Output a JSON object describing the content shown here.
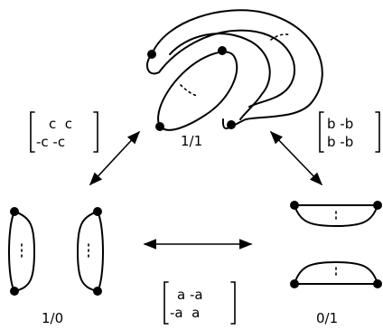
{
  "labels": {
    "top": "1/1",
    "left": "1/0",
    "right": "0/1"
  },
  "matrices": {
    "left": {
      "row1": "c  c",
      "row2": "-c -c"
    },
    "right": {
      "row1": "b -b",
      "row2": "b -b"
    },
    "bottom": {
      "row1": "a -a",
      "row2": "-a  a"
    }
  },
  "colors": {
    "ink": "#000000",
    "background": "#ffffff"
  }
}
